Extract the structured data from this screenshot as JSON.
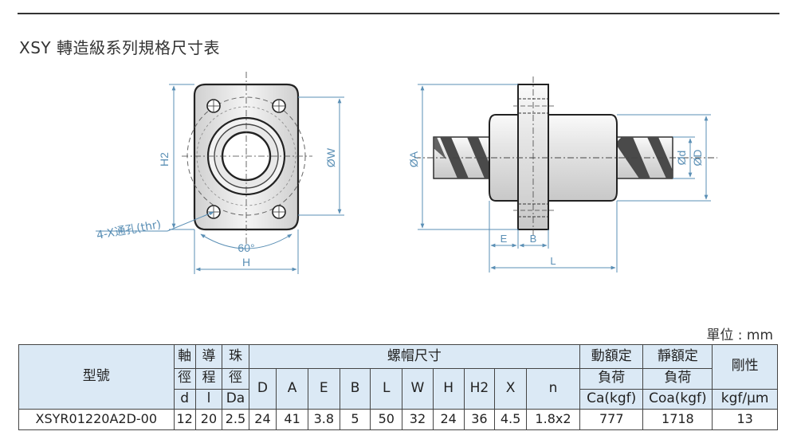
{
  "page_title": "XSY 轉造級系列規格尺寸表",
  "unit_note": "單位 : mm",
  "drawing": {
    "front_view": {
      "dim_h2": "H2",
      "dim_w": "ØW",
      "dim_h": "H",
      "angle": "60°",
      "hole_note": "4-X通孔(thr)"
    },
    "side_view": {
      "dim_a": "ØA",
      "dim_d": "Ød",
      "dim_D": "ØD",
      "dim_e": "E",
      "dim_b": "B",
      "dim_l": "L"
    }
  },
  "table": {
    "headers": {
      "model": "型號",
      "shaft": [
        "軸",
        "徑",
        "d"
      ],
      "lead": [
        "導",
        "程",
        "l"
      ],
      "ball": [
        "珠",
        "徑",
        "Da"
      ],
      "nut_group": "螺帽尺寸",
      "nut_cols": [
        "D",
        "A",
        "E",
        "B",
        "L",
        "W",
        "H",
        "H2",
        "X",
        "n"
      ],
      "dynamic": [
        "動額定",
        "負荷",
        "Ca(kgf)"
      ],
      "static": [
        "靜額定",
        "負荷",
        "Coa(kgf)"
      ],
      "rigidity": [
        "剛性",
        "kgf/μm"
      ]
    },
    "rows": [
      {
        "model": "XSYR01220A2D-00",
        "d": "12",
        "l": "20",
        "da": "2.5",
        "D": "24",
        "A": "41",
        "E": "3.8",
        "B": "5",
        "L": "50",
        "W": "32",
        "H": "24",
        "H2": "36",
        "X": "4.5",
        "n": "1.8x2",
        "ca": "777",
        "coa": "1718",
        "rigidity": "13"
      }
    ]
  }
}
